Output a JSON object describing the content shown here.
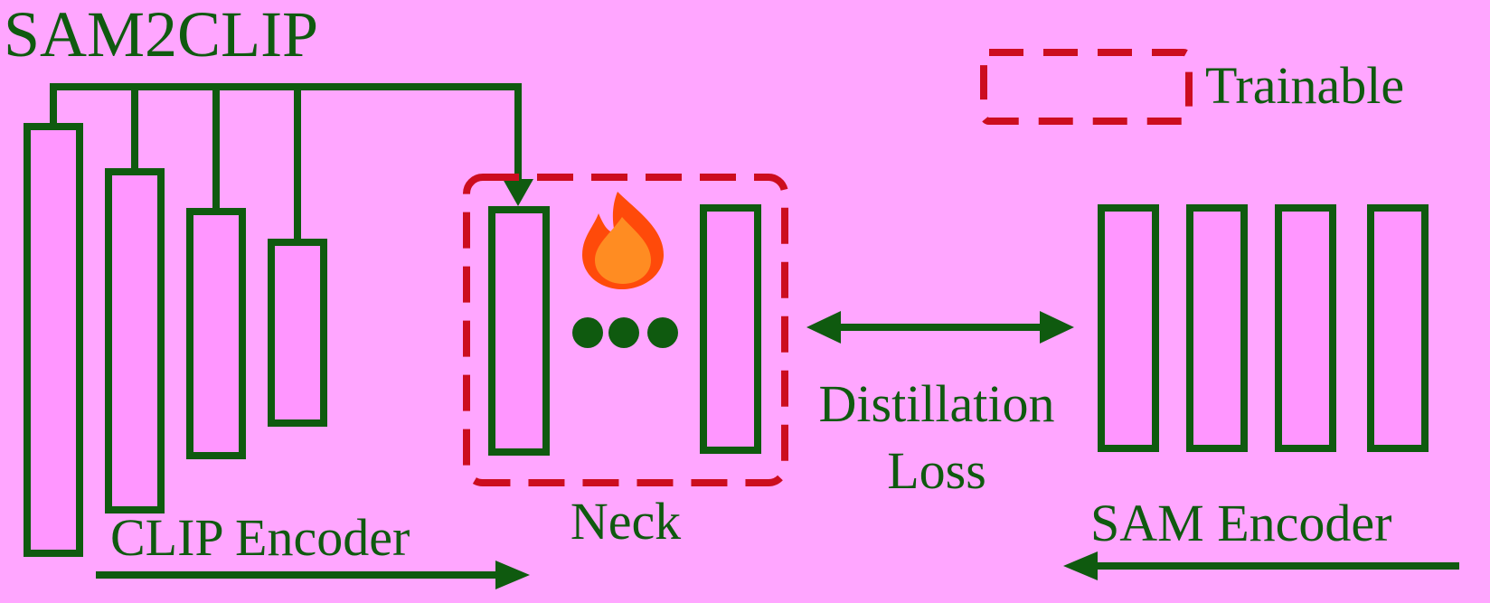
{
  "diagram": {
    "title": "SAM2CLIP",
    "legend": {
      "label": "Trainable"
    },
    "clip_encoder": {
      "label": "CLIP Encoder"
    },
    "neck": {
      "label": "Neck"
    },
    "loss": {
      "line1": "Distillation",
      "line2": "Loss"
    },
    "sam_encoder": {
      "label": "SAM Encoder"
    }
  },
  "colors": {
    "background": "#ffa6ff",
    "block_fill": "#ff96ff",
    "block_stroke": "#0f5a0f",
    "text": "#0f5a0f",
    "trainable_dash": "#cc0d1f",
    "flame_outer": "#ff4a0a",
    "flame_inner": "#ff8c22"
  },
  "icons": {
    "trainable_marker": "fire-icon",
    "ellipsis": "ellipsis-dots-icon"
  }
}
